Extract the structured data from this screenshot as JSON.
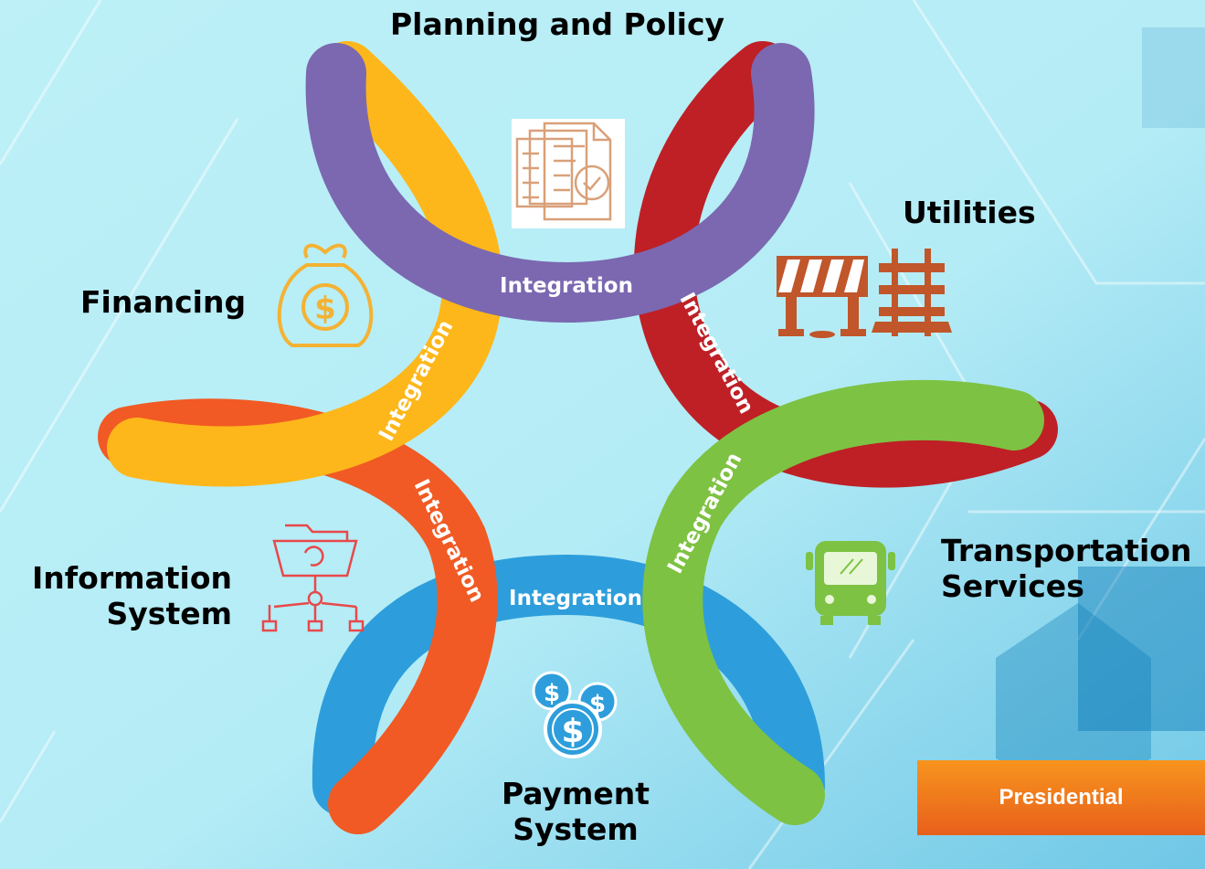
{
  "title": "Planning and Policy",
  "nodes": {
    "utilities": "Utilities",
    "financing": "Financing",
    "information_line1": "Information",
    "information_line2": "System",
    "transportation_line1": "Transportation",
    "transportation_line2": "Services",
    "payment_line1": "Payment",
    "payment_line2": "System"
  },
  "integration_labels": [
    "Integration",
    "Integration",
    "Integration",
    "Integration",
    "Integration",
    "Integration"
  ],
  "badge": "Presidential",
  "colors": {
    "purple": "#7b68b0",
    "yellow": "#fdb71a",
    "red": "#be2026",
    "green": "#7dc242",
    "blue": "#2d9edb",
    "orange": "#f15a24"
  },
  "icons": [
    "documents-icon",
    "barrier-icon",
    "rail-track-icon",
    "money-bag-icon",
    "folder-network-icon",
    "bus-icon",
    "coins-icon"
  ]
}
